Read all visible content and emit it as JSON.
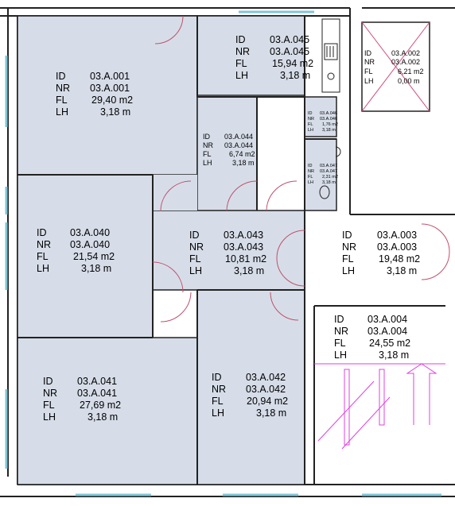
{
  "colors": {
    "room_fill": "#d6dde8",
    "wall": "#222222",
    "door_arc": "#c0506a",
    "window": "#7fc6d8",
    "magenta": "#e040e0",
    "shaft_x": "#d04a7a"
  },
  "label_keys": {
    "id": "ID",
    "nr": "NR",
    "fl": "FL",
    "lh": "LH"
  },
  "rooms": [
    {
      "key": "a001",
      "id": "03.A.001",
      "nr": "03.A.001",
      "fl": "29,40 m2",
      "lh": "3,18 m"
    },
    {
      "key": "a045",
      "id": "03.A.045",
      "nr": "03.A.045",
      "fl": "15,94 m2",
      "lh": "3,18 m"
    },
    {
      "key": "a044",
      "id": "03.A.044",
      "nr": "03.A.044",
      "fl": "6,74 m2",
      "lh": "3,18 m"
    },
    {
      "key": "a046",
      "id": "03.A.046",
      "nr": "03.A.046",
      "fl": "1,76 m2",
      "lh": "3,18 m"
    },
    {
      "key": "a047",
      "id": "03.A.047",
      "nr": "03.A.047",
      "fl": "2,31 m2",
      "lh": "3,18 m"
    },
    {
      "key": "a002",
      "id": "03.A.002",
      "nr": "03.A.002",
      "fl": "6,21 m2",
      "lh": "0,00 m"
    },
    {
      "key": "a040",
      "id": "03.A.040",
      "nr": "03.A.040",
      "fl": "21,54 m2",
      "lh": "3,18 m"
    },
    {
      "key": "a043",
      "id": "03.A.043",
      "nr": "03.A.043",
      "fl": "10,81 m2",
      "lh": "3,18 m"
    },
    {
      "key": "a003",
      "id": "03.A.003",
      "nr": "03.A.003",
      "fl": "19,48 m2",
      "lh": "3,18 m"
    },
    {
      "key": "a004",
      "id": "03.A.004",
      "nr": "03.A.004",
      "fl": "24,55 m2",
      "lh": "3,18 m"
    },
    {
      "key": "a041",
      "id": "03.A.041",
      "nr": "03.A.041",
      "fl": "27,69 m2",
      "lh": "3,18 m"
    },
    {
      "key": "a042",
      "id": "03.A.042",
      "nr": "03.A.042",
      "fl": "20,94 m2",
      "lh": "3,18 m"
    }
  ]
}
